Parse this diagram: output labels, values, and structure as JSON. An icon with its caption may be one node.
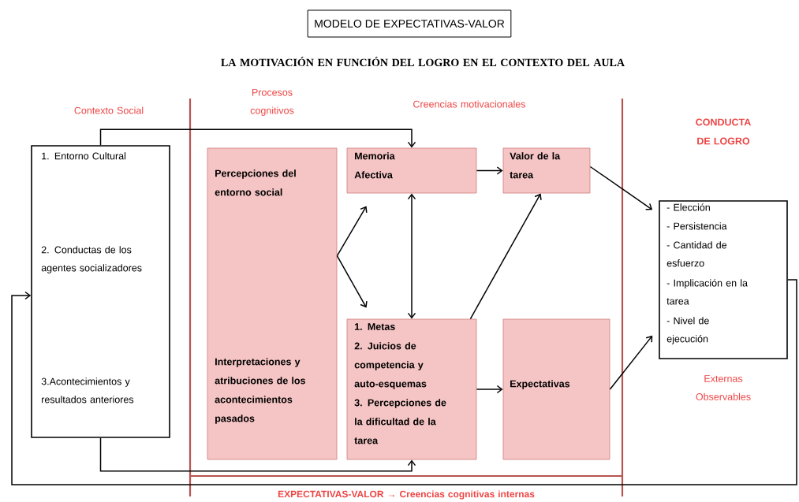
{
  "diagram": {
    "title": "MODELO DE EXPECTATIVAS-VALOR",
    "nodes": [
      {
        "text": [
          "1. Entorno Cultural",
          "2. Conductas de los agentes socializadores",
          "3.Acontecimientos y resultados anteriores"
        ]
      },
      {
        "text": [
          "Percepciones del entorno social",
          "Interpretaciones y atribuciones de los acontecimientos pasados"
        ]
      },
      {
        "text": [
          "Memoria Afectiva"
        ]
      },
      {
        "text": [
          "Valor de la tarea"
        ]
      },
      {
        "text": [
          "1. Metas",
          "2. Juicios de competencia y auto-esquemas",
          "3. Percepciones de la dificultad de la tarea"
        ]
      },
      {
        "text": [
          "Expectativas"
        ]
      },
      {
        "text": [
          "- Elección",
          "- Persistencia",
          "- Cantidad de esfuerzo",
          "- Implicación en la tarea",
          "- Nivel de ejecución"
        ],
        "beside": [
          "Externas Observables"
        ]
      }
    ],
    "edges": [
      {
        "from": 0,
        "to": 2,
        "arrow": "to"
      },
      {
        "from": 0,
        "to": 4,
        "arrow": "to"
      },
      {
        "from": 1,
        "to": 2,
        "arrow": "to"
      },
      {
        "from": 1,
        "to": 4,
        "arrow": "to"
      },
      {
        "from": 2,
        "to": 4,
        "arrow": "both"
      },
      {
        "from": 2,
        "to": 3,
        "arrow": "to"
      },
      {
        "from": 4,
        "to": 3,
        "arrow": "to"
      },
      {
        "from": 4,
        "to": 5,
        "arrow": "to"
      },
      {
        "from": 3,
        "to": 6,
        "arrow": "to"
      },
      {
        "from": 5,
        "to": 6,
        "arrow": "to"
      },
      {
        "from": 6,
        "to": 0,
        "arrow": "to"
      }
    ],
    "labels": [
      "LA MOTIVACIÓN EN FUNCIÓN DEL LOGRO EN EL CONTEXTO DEL AULA",
      "Contexto Social",
      "Procesos cognitivos",
      "Creencias motivacionales",
      "CONDUCTA DE LOGRO",
      "EXPECTATIVAS-VALOR → Creencias cognitivas internas"
    ]
  }
}
